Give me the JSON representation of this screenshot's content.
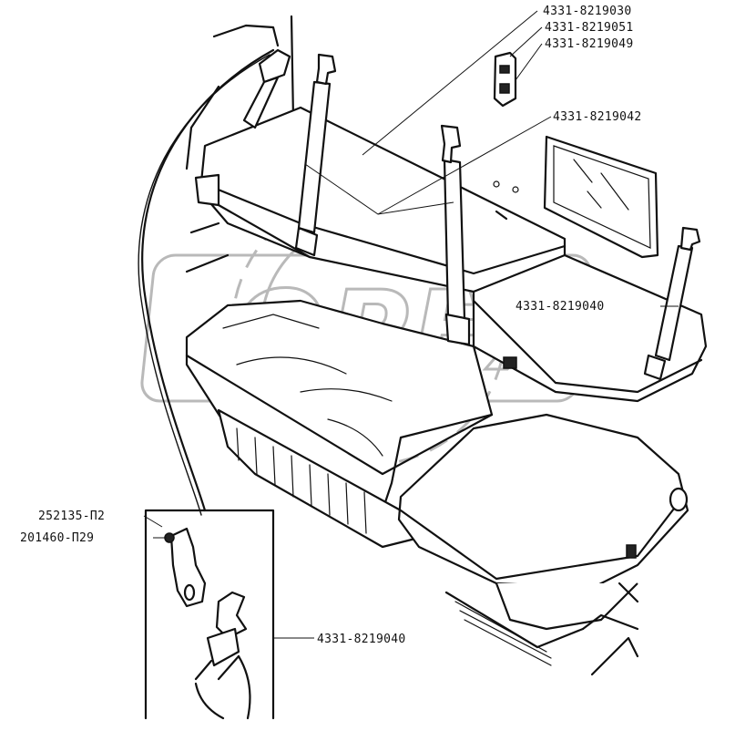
{
  "watermark": {
    "text": "OPEX"
  },
  "callouts": {
    "seat_back_cushion": "4331-8219030",
    "buckle_upper": "4331-8219051",
    "buckle_lower": "4331-8219049",
    "belt_center": "4331-8219042",
    "belt_right": "4331-8219040",
    "bolt": "252135-П2",
    "washer": "201460-П29",
    "belt_detail": "4331-8219040"
  }
}
